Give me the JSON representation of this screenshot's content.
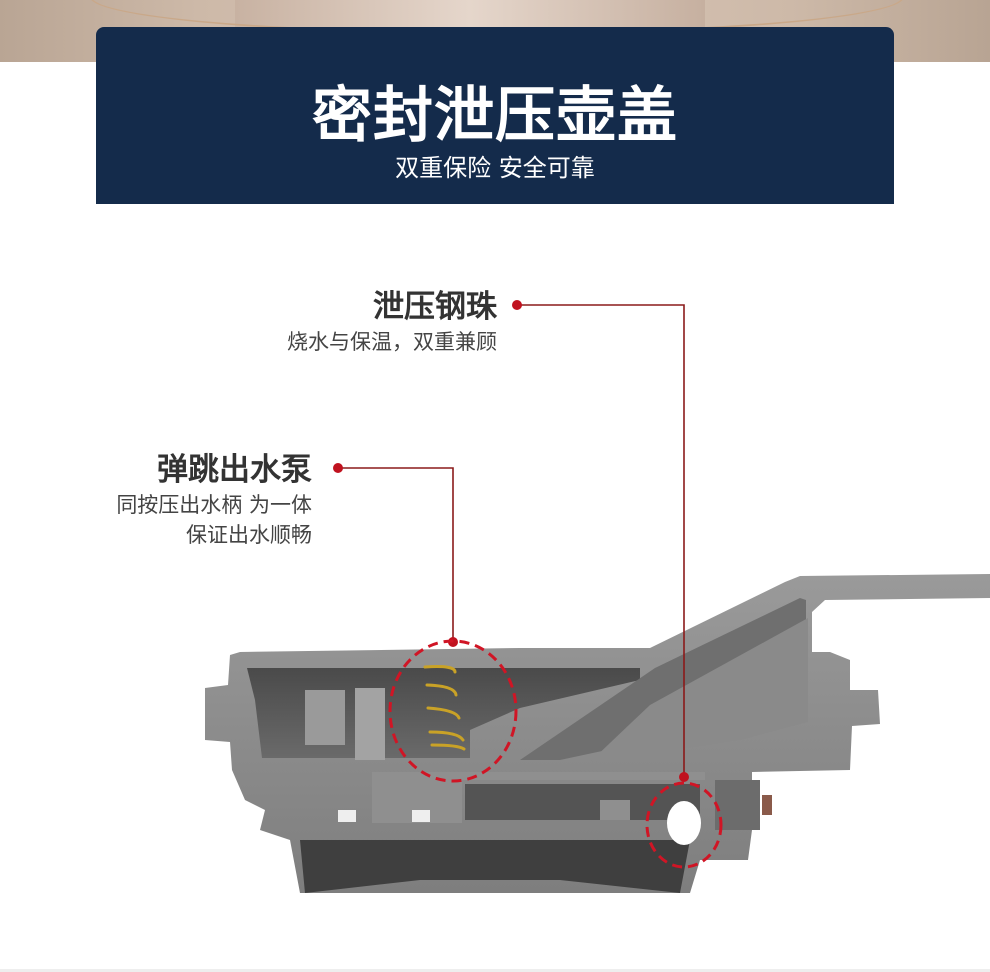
{
  "banner": {
    "title": "密封泄压壶盖",
    "subtitle": "双重保险  安全可靠"
  },
  "callouts": [
    {
      "heading": "泄压钢珠",
      "lines": [
        "烧水与保温，双重兼顾"
      ]
    },
    {
      "heading": "弹跳出水泵",
      "lines": [
        "同按压出水柄 为一体",
        "保证出水顺畅"
      ]
    }
  ],
  "colors": {
    "banner": "#142b4b",
    "accent": "#c0121f",
    "leader": "#8b1a1a",
    "lid": "#8c8c8c",
    "spring": "#c9a227"
  }
}
